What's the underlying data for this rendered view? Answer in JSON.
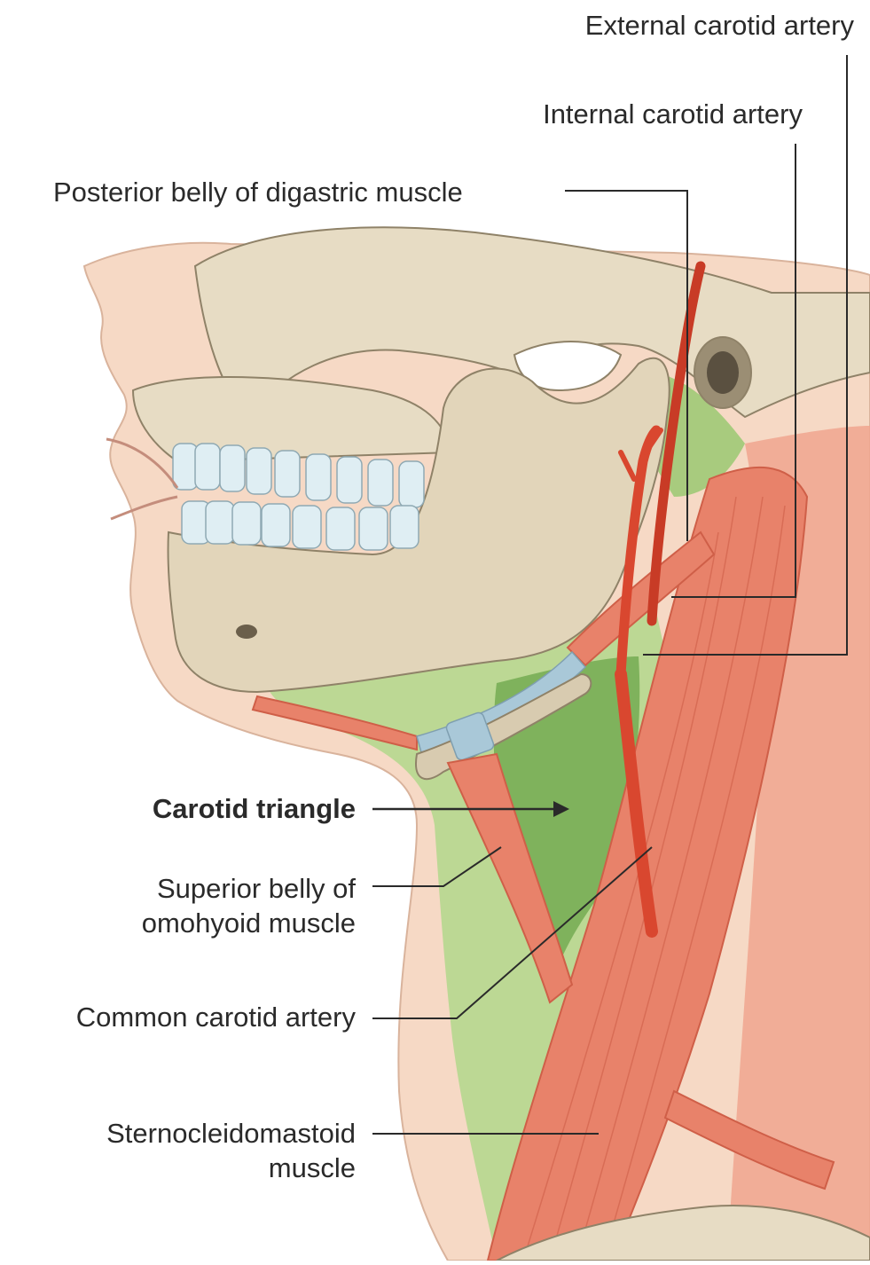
{
  "labels": {
    "external_carotid": "External carotid artery",
    "internal_carotid": "Internal carotid artery",
    "posterior_digastric": "Posterior belly of digastric muscle",
    "carotid_triangle": "Carotid triangle",
    "superior_omohyoid_1": "Superior belly of",
    "superior_omohyoid_2": "omohyoid muscle",
    "common_carotid": "Common carotid artery",
    "sternocleidomastoid_1": "Sternocleidomastoid",
    "sternocleidomastoid_2": "muscle"
  },
  "colors": {
    "skin": "#f6d9c5",
    "skin_edge": "#d9b39c",
    "bone": "#e7dcc4",
    "bone_shadow": "#b9ab8c",
    "bone_edge": "#8f8268",
    "teeth": "#dfeef3",
    "triangle_light": "#bcd894",
    "triangle_dark": "#7fb25c",
    "muscle": "#e8826a",
    "muscle_dark": "#cf5f48",
    "artery": "#d9472f",
    "fascia": "#a9c8d8",
    "leader": "#2a2a2a"
  }
}
